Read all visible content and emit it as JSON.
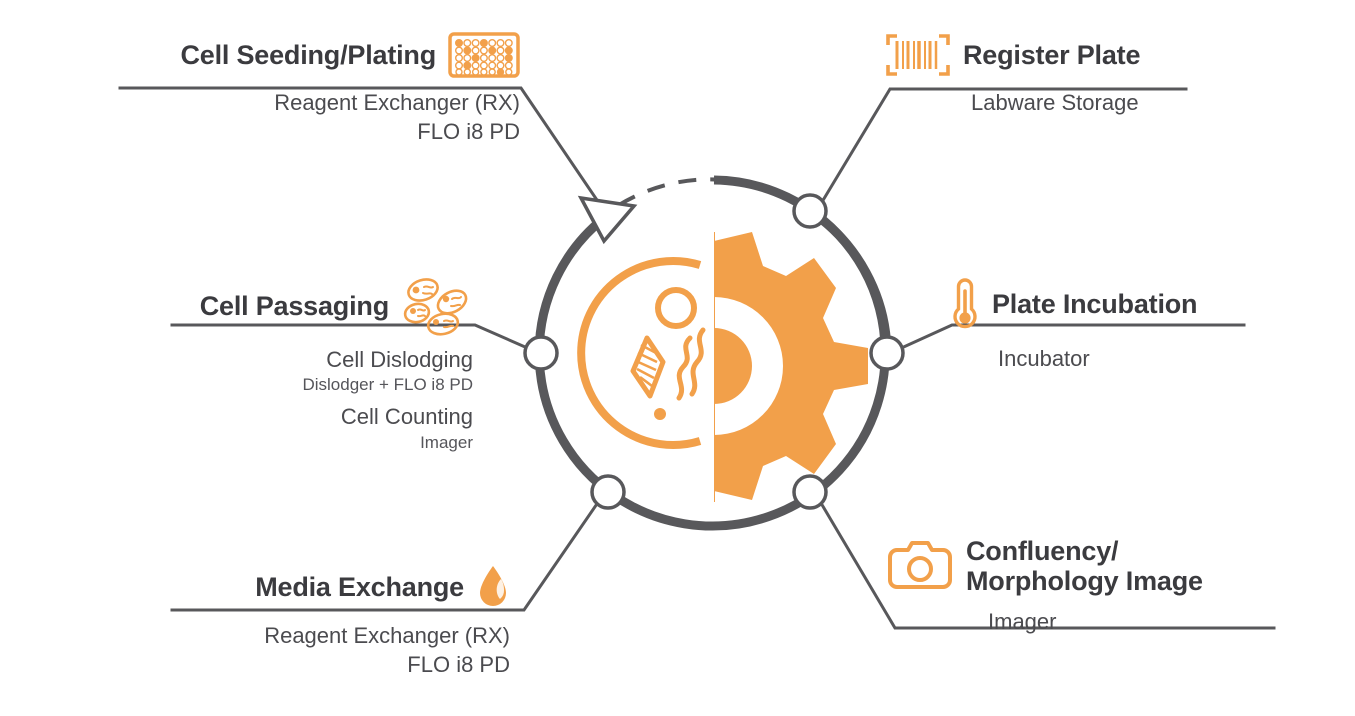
{
  "theme": {
    "orange": "#F2A04A",
    "dark_gray": "#58585B",
    "text_dark": "#3B3B3F",
    "text_sub": "#4B4B4F",
    "background": "#FFFFFF"
  },
  "center": {
    "icon_name": "cell-culture-gear-icon",
    "description": "half petri dish with cells merging into a gear"
  },
  "nodes": [
    {
      "id": "cell-seeding-plating",
      "title": "Cell Seeding/Plating",
      "icon": "microplate-icon",
      "sub_lines": [
        {
          "text": "Reagent Exchanger (RX)",
          "size": "normal"
        },
        {
          "text": "FLO i8 PD",
          "size": "normal"
        }
      ]
    },
    {
      "id": "register-plate",
      "title": "Register Plate",
      "icon": "barcode-scan-icon",
      "sub_lines": [
        {
          "text": "Labware Storage",
          "size": "normal"
        }
      ]
    },
    {
      "id": "cell-passaging",
      "title": "Cell Passaging",
      "icon": "cells-icon",
      "sub_lines": [
        {
          "text": "Cell Dislodging",
          "size": "normal"
        },
        {
          "text": "Dislodger + FLO i8 PD",
          "size": "small"
        },
        {
          "text": "Cell Counting",
          "size": "normal"
        },
        {
          "text": "Imager",
          "size": "small"
        }
      ]
    },
    {
      "id": "plate-incubation",
      "title": "Plate Incubation",
      "icon": "thermometer-icon",
      "sub_lines": [
        {
          "text": "Incubator",
          "size": "normal"
        }
      ]
    },
    {
      "id": "media-exchange",
      "title": "Media Exchange",
      "icon": "droplet-icon",
      "sub_lines": [
        {
          "text": "Reagent Exchanger (RX)",
          "size": "normal"
        },
        {
          "text": "FLO i8 PD",
          "size": "normal"
        }
      ]
    },
    {
      "id": "confluency-morphology-image",
      "title": "Confluency/\nMorphology Image",
      "title_line_1": "Confluency/",
      "title_line_2": "Morphology Image",
      "icon": "camera-icon",
      "sub_lines": [
        {
          "text": "Imager",
          "size": "normal"
        }
      ]
    }
  ]
}
